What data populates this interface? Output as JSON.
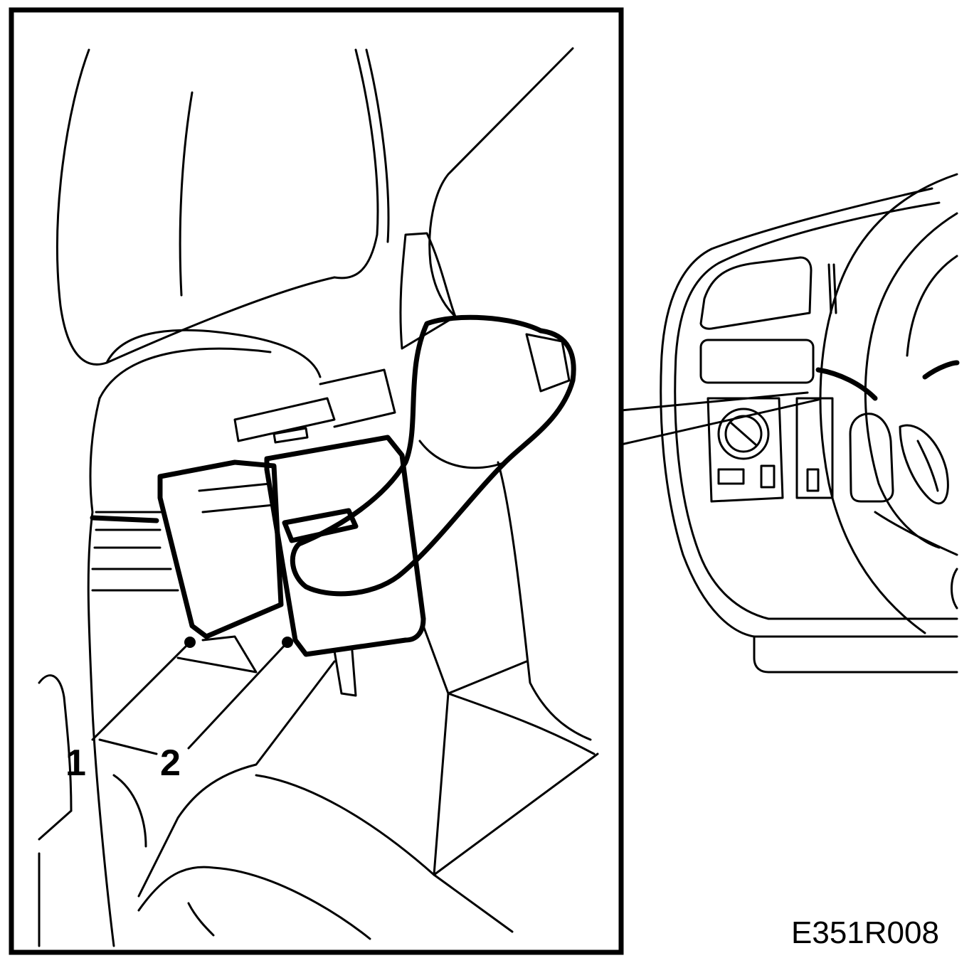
{
  "figure": {
    "code": "E351R008",
    "callouts": [
      {
        "id": "1",
        "label": "1"
      },
      {
        "id": "2",
        "label": "2"
      }
    ]
  },
  "colors": {
    "line": "#000000",
    "background": "#ffffff"
  }
}
